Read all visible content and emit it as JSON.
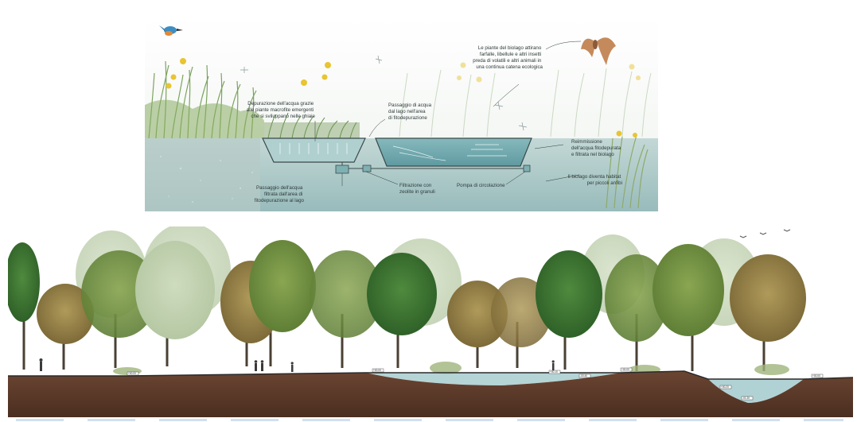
{
  "diagram": {
    "labels": {
      "depurazione": [
        "Depurazione dell'acqua grazie",
        "alle piante macrofite emergenti",
        "che si sviluppano nelle ghiaie"
      ],
      "passaggio_lago": [
        "Passaggio di acqua",
        "dal lago nell'area",
        "di fitodepurazione"
      ],
      "piante_biolago": [
        "Le piante del biolago attirano",
        "farfalle, libellule e altri insetti",
        "preda di volatili e altri animali in",
        "una continua catena ecologica"
      ],
      "reimmissione": [
        "Reimmissione",
        "dell'acqua fitodepurata",
        "e filtrata nel biolago"
      ],
      "habitat": [
        "Il biolago diventa habitat",
        "per piccoli anfibi"
      ],
      "passaggio_filtrata": [
        "Passaggio dell'acqua",
        "filtrata dall'area di",
        "fitodepurazione al lago"
      ],
      "filtrazione": [
        "Filtrazione con",
        "zeolite in granuli"
      ],
      "pompa": [
        "Pompa di circolazione"
      ]
    }
  },
  "section": {
    "elevations": [
      "+00.00",
      "+00.00",
      "+00.10",
      "-00.40",
      "+00.00",
      "+00.20",
      "-01.20",
      "+00.00"
    ]
  },
  "colors": {
    "water": "#a8cdcf",
    "soil": "#5a3a2a",
    "grass": "#7fa35a",
    "iris": "#e8c531"
  }
}
